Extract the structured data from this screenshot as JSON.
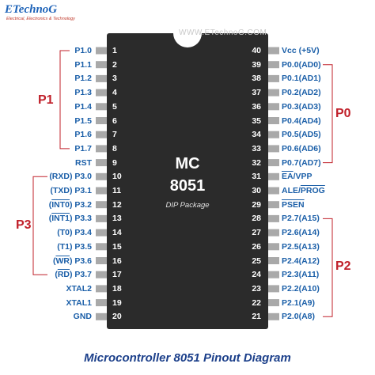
{
  "brand": {
    "logo": "ETechnoG",
    "tagline": "Electrical, Electronics & Technology",
    "watermark": "WWW.ETechnoG.COM"
  },
  "chip": {
    "name_line1": "MC",
    "name_line2": "8051",
    "package": "DIP Package"
  },
  "left_pins": [
    {
      "num": "1",
      "label": "P1.0"
    },
    {
      "num": "2",
      "label": "P1.1"
    },
    {
      "num": "3",
      "label": "P1.2"
    },
    {
      "num": "4",
      "label": "P1.3"
    },
    {
      "num": "5",
      "label": "P1.4"
    },
    {
      "num": "6",
      "label": "P1.5"
    },
    {
      "num": "7",
      "label": "P1.6"
    },
    {
      "num": "8",
      "label": "P1.7"
    },
    {
      "num": "9",
      "label": "RST"
    },
    {
      "num": "10",
      "label": "(RXD) P3.0"
    },
    {
      "num": "11",
      "label": "(TXD) P3.1"
    },
    {
      "num": "12",
      "label": "(INT0) P3.2"
    },
    {
      "num": "13",
      "label": "(INT1) P3.3"
    },
    {
      "num": "14",
      "label": "(T0) P3.4"
    },
    {
      "num": "15",
      "label": "(T1) P3.5"
    },
    {
      "num": "16",
      "label": "(WR) P3.6"
    },
    {
      "num": "17",
      "label": "(RD) P3.7"
    },
    {
      "num": "18",
      "label": "XTAL2"
    },
    {
      "num": "19",
      "label": "XTAL1"
    },
    {
      "num": "20",
      "label": "GND"
    }
  ],
  "right_pins": [
    {
      "num": "40",
      "label": "Vcc (+5V)"
    },
    {
      "num": "39",
      "label": "P0.0(AD0)"
    },
    {
      "num": "38",
      "label": "P0.1(AD1)"
    },
    {
      "num": "37",
      "label": "P0.2(AD2)"
    },
    {
      "num": "36",
      "label": "P0.3(AD3)"
    },
    {
      "num": "35",
      "label": "P0.4(AD4)"
    },
    {
      "num": "34",
      "label": "P0.5(AD5)"
    },
    {
      "num": "33",
      "label": "P0.6(AD6)"
    },
    {
      "num": "32",
      "label": "P0.7(AD7)"
    },
    {
      "num": "31",
      "label": "EA/VPP"
    },
    {
      "num": "30",
      "label": "ALE/PROG"
    },
    {
      "num": "29",
      "label": "PSEN"
    },
    {
      "num": "28",
      "label": "P2.7(A15)"
    },
    {
      "num": "27",
      "label": "P2.6(A14)"
    },
    {
      "num": "26",
      "label": "P2.5(A13)"
    },
    {
      "num": "25",
      "label": "P2.4(A12)"
    },
    {
      "num": "24",
      "label": "P2.3(A11)"
    },
    {
      "num": "23",
      "label": "P2.2(A10)"
    },
    {
      "num": "22",
      "label": "P2.1(A9)"
    },
    {
      "num": "21",
      "label": "P2.0(A8)"
    }
  ],
  "ports": {
    "p1": "P1",
    "p3": "P3",
    "p0": "P0",
    "p2": "P2"
  },
  "caption": "Microcontroller 8051 Pinout Diagram",
  "colors": {
    "chip_body": "#2b2b2b",
    "pin_metal": "#a9a9a9",
    "label_blue": "#1b5fa8",
    "port_red": "#c0202a",
    "caption_blue": "#1b3f8a"
  }
}
